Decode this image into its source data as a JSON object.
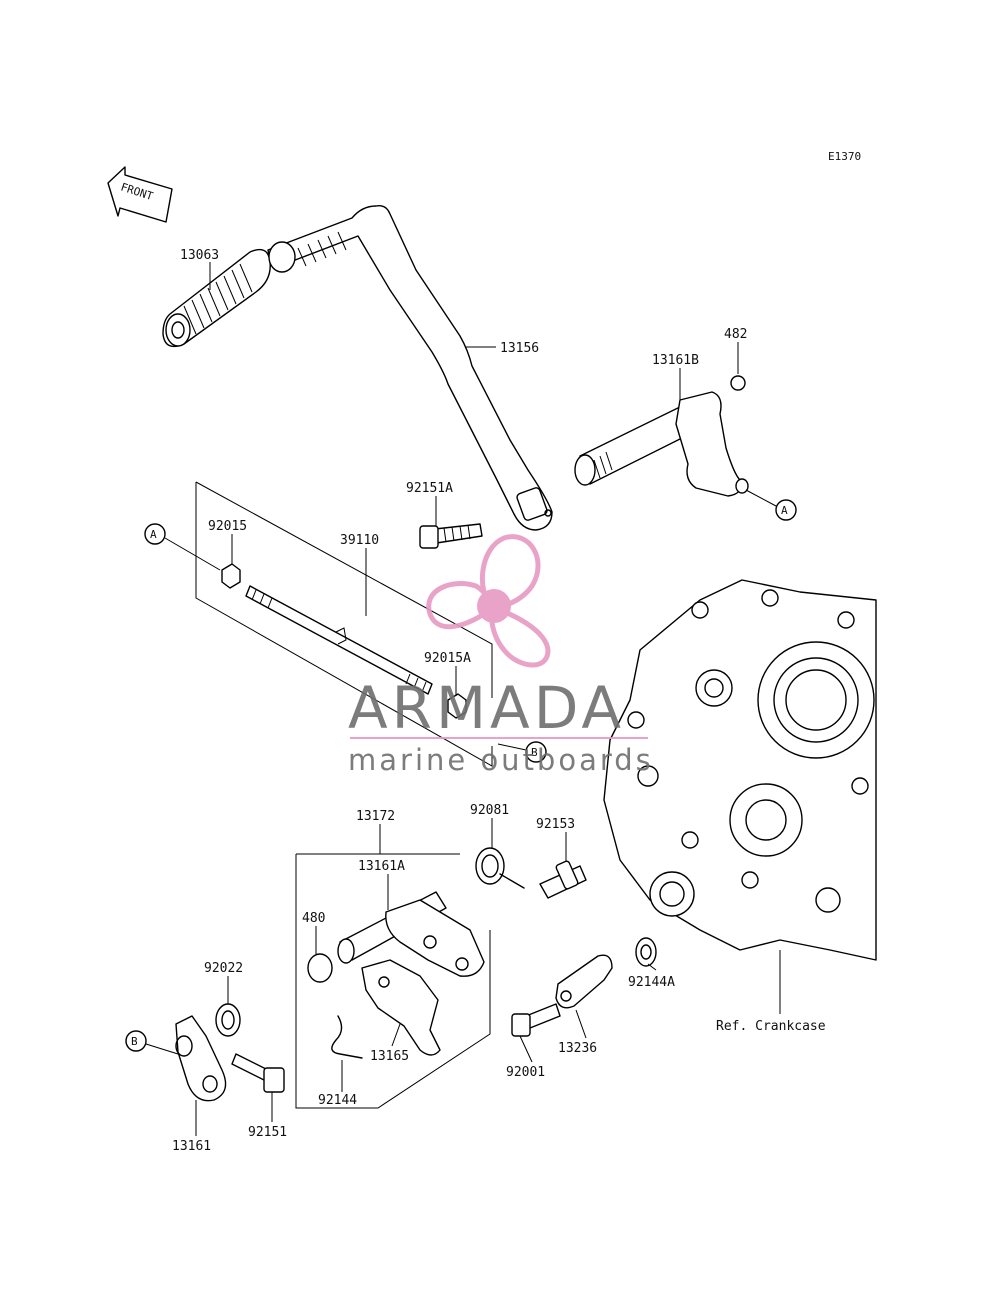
{
  "figure_code": "E1370",
  "front_arrow": "FRONT",
  "watermark": {
    "brand": "ARMADA",
    "tagline": "marine outboards",
    "accent_color": "#e79ac4",
    "text_color": "#6e6e6e"
  },
  "parts": [
    "13063",
    "13156",
    "482",
    "13161B",
    "92151A",
    "92015",
    "39110",
    "92015A",
    "13172",
    "92081",
    "92153",
    "13161A",
    "480",
    "92022",
    "92144",
    "13165",
    "92001",
    "13236",
    "92144A",
    "13161",
    "92151"
  ],
  "refs": [
    "A",
    "A",
    "B",
    "B"
  ],
  "ref_note": "Ref. Crankcase"
}
